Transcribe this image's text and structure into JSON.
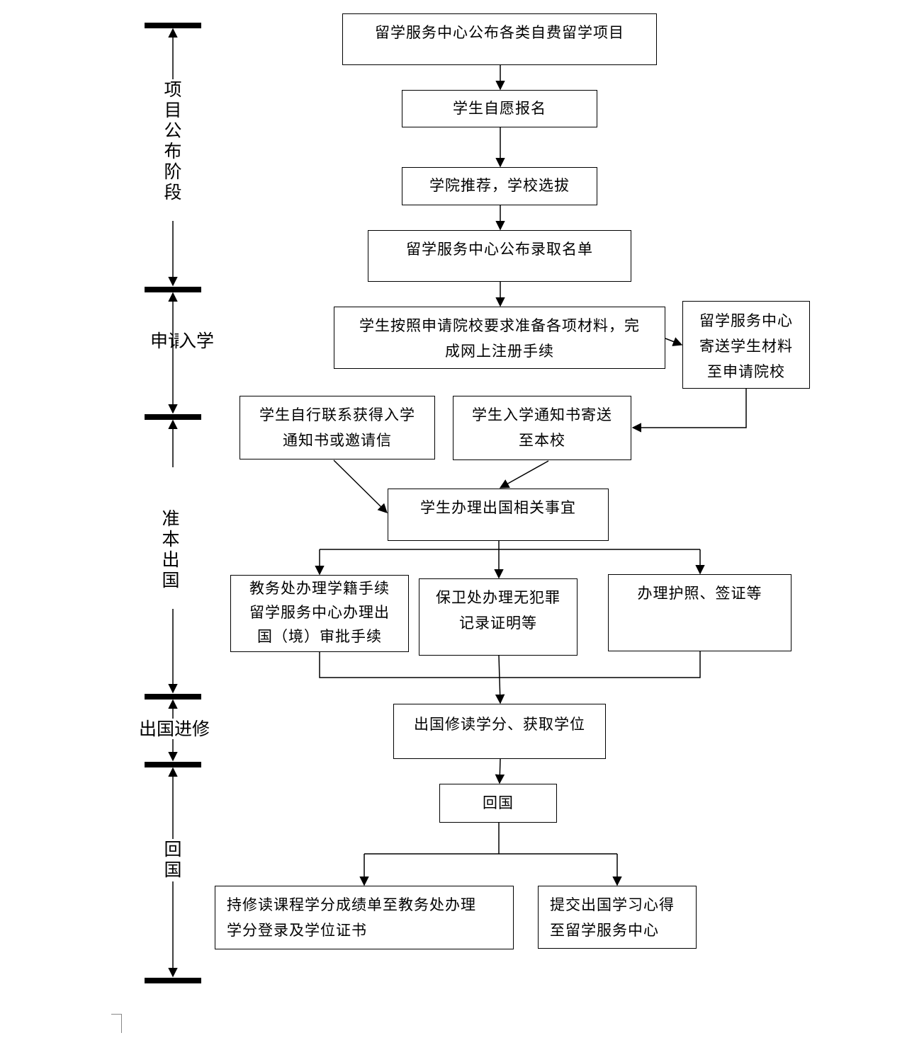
{
  "stages": {
    "s1": "项目公布阶段",
    "s2_left": "申请",
    "s2_right": "入学",
    "s3": "准本出国",
    "s4": "出国进修",
    "s5": "回国"
  },
  "boxes": {
    "b1": "留学服务中心公布各类自费留学项目",
    "b2": "学生自愿报名",
    "b3": "学院推荐，学校选拔",
    "b4": "留学服务中心公布录取名单",
    "b5": "学生按照申请院校要求准备各项材料，完\n成网上注册手续",
    "b6": "留学服务中心\n寄送学生材料\n至申请院校",
    "b7": "学生自行联系获得入学\n通知书或邀请信",
    "b8": "学生入学通知书寄送\n至本校",
    "b9": "学生办理出国相关事宜",
    "b10": "教务处办理学籍手续\n留学服务中心办理出\n国（境）审批手续",
    "b11": "保卫处办理无犯罪\n记录证明等",
    "b12": "办理护照、签证等",
    "b13": "出国修读学分、获取学位",
    "b14": "回国",
    "b15": "持修读课程学分成绩单至教务处办理\n学分登录及学位证书",
    "b16": "提交出国学习心得\n至留学服务中心"
  }
}
